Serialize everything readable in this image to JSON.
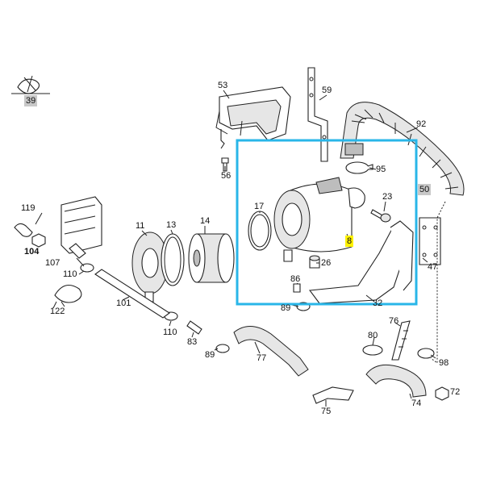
{
  "diagram": {
    "highlight_color": "#29b6e8",
    "selected_label_color": "#fff200",
    "labels": [
      {
        "id": "39",
        "text": "39"
      },
      {
        "id": "53",
        "text": "53"
      },
      {
        "id": "59",
        "text": "59"
      },
      {
        "id": "92",
        "text": "92"
      },
      {
        "id": "56",
        "text": "56"
      },
      {
        "id": "95",
        "text": "95"
      },
      {
        "id": "119",
        "text": "119"
      },
      {
        "id": "11",
        "text": "11"
      },
      {
        "id": "13",
        "text": "13"
      },
      {
        "id": "14",
        "text": "14"
      },
      {
        "id": "17",
        "text": "17"
      },
      {
        "id": "23",
        "text": "23"
      },
      {
        "id": "50",
        "text": "50"
      },
      {
        "id": "8",
        "text": "8"
      },
      {
        "id": "104",
        "text": "104"
      },
      {
        "id": "107",
        "text": "107"
      },
      {
        "id": "26",
        "text": "26"
      },
      {
        "id": "47",
        "text": "47"
      },
      {
        "id": "110a",
        "text": "110"
      },
      {
        "id": "86",
        "text": "86"
      },
      {
        "id": "122",
        "text": "122"
      },
      {
        "id": "101",
        "text": "101"
      },
      {
        "id": "89a",
        "text": "89"
      },
      {
        "id": "32",
        "text": "32"
      },
      {
        "id": "110b",
        "text": "110"
      },
      {
        "id": "76",
        "text": "76"
      },
      {
        "id": "83",
        "text": "83"
      },
      {
        "id": "80",
        "text": "80"
      },
      {
        "id": "89b",
        "text": "89"
      },
      {
        "id": "77",
        "text": "77"
      },
      {
        "id": "98",
        "text": "98"
      },
      {
        "id": "72",
        "text": "72"
      },
      {
        "id": "74",
        "text": "74"
      },
      {
        "id": "75",
        "text": "75"
      }
    ]
  }
}
